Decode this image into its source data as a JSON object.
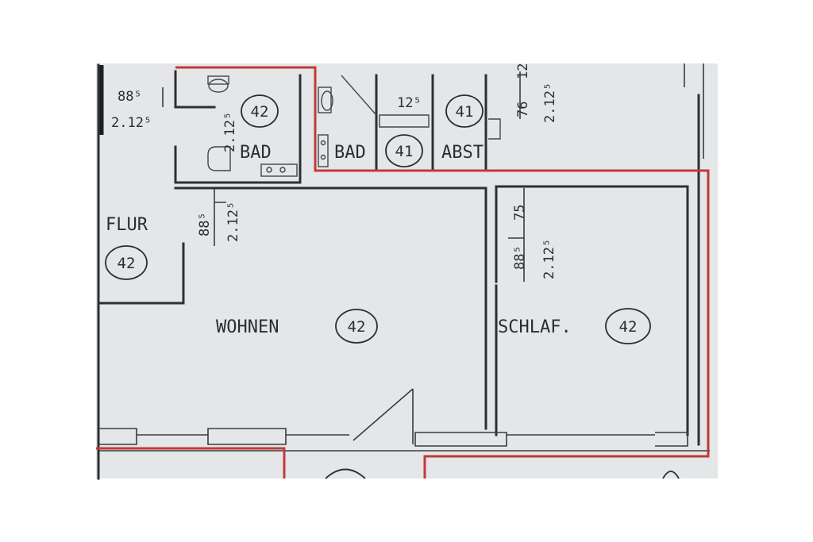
{
  "rooms": {
    "flur": "FLUR",
    "bad_left": "BAD",
    "bad_mid": "BAD",
    "abst": "ABST",
    "wohnen": "WOHNEN",
    "schlaf": "SCHLAF."
  },
  "tags": {
    "flur": "42",
    "bad_left": "42",
    "bad_mid": "41",
    "abst_top": "41",
    "wohnen": "42",
    "schlaf": "42"
  },
  "dimensions": {
    "top_left_a": "88⁵",
    "top_left_b": "2.12⁵",
    "bad_vertical": "2.12⁵",
    "mid_top": "12⁵",
    "top_right_a": "76",
    "top_right_b": "2.12⁵",
    "top_right_c": "12",
    "flur_a": "88⁵",
    "flur_b": "2.12⁵",
    "schlaf_a": "75",
    "schlaf_b": "88⁵",
    "schlaf_c": "2.12⁵"
  },
  "colors": {
    "paper": "#e4e6e7",
    "wall": "#2e2f33",
    "outline": "#c23a3a"
  }
}
